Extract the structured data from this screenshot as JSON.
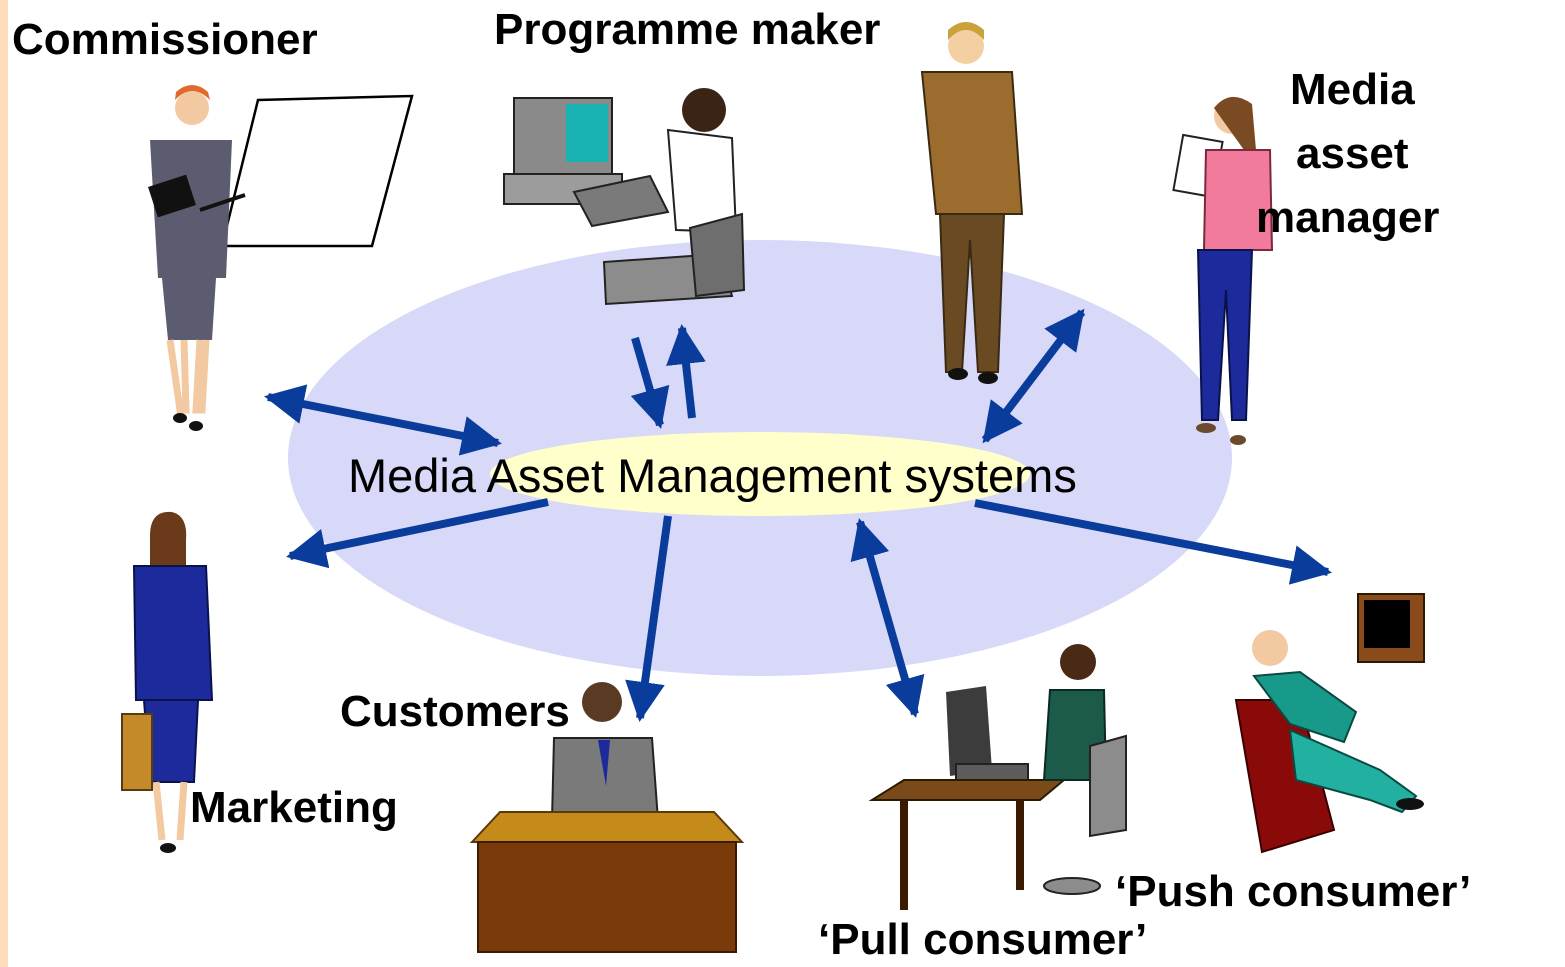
{
  "diagram": {
    "center_label": "Media Asset Management systems",
    "roles": {
      "commissioner": "Commissioner",
      "programme_maker": "Programme maker",
      "media_asset_manager_line1": "Media",
      "media_asset_manager_line2": "asset",
      "media_asset_manager_line3": "manager",
      "marketing": "Marketing",
      "customers": "Customers",
      "pull_consumer": "‘Pull consumer’",
      "push_consumer": "‘Push consumer’"
    }
  },
  "colors": {
    "outer_ellipse": "#D8D8F8",
    "inner_ellipse": "#FFFFCC",
    "arrow": "#0A3C9C",
    "left_bar": "#FFDDBB"
  }
}
